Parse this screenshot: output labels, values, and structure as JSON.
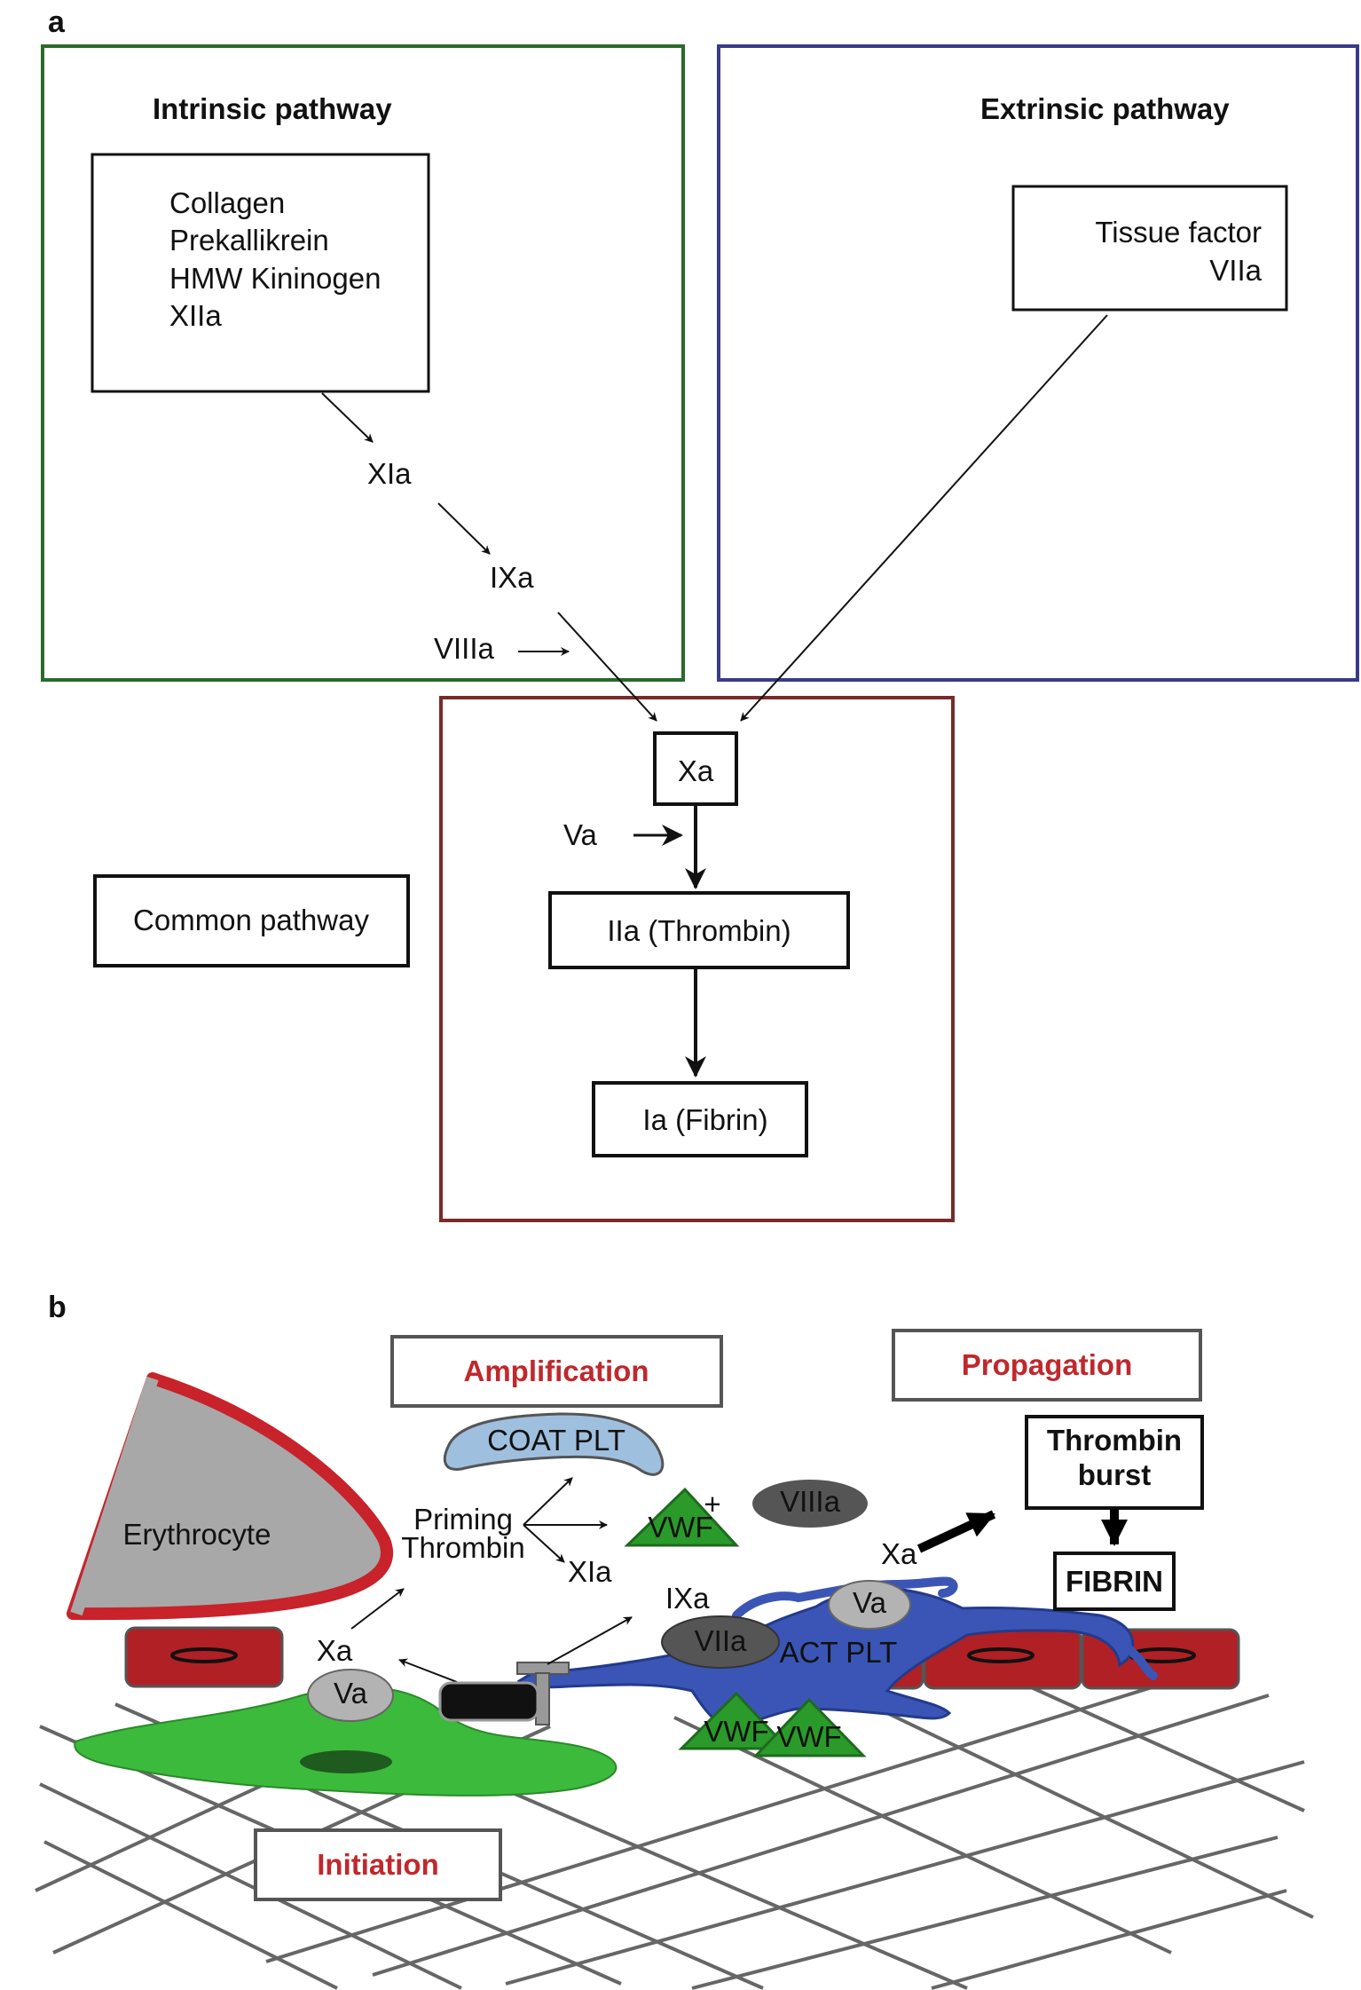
{
  "panel_a": {
    "letter": "a",
    "intrinsic": {
      "title": "Intrinsic pathway",
      "box_lines": [
        "Collagen",
        "Prekallikrein",
        "HMW Kininogen",
        "XIIa"
      ],
      "xia": "XIa",
      "ixa": "IXa",
      "viiia": "VIIIa",
      "border_color": "#2a6a2a"
    },
    "extrinsic": {
      "title": "Extrinsic pathway",
      "box_lines": [
        "Tissue factor",
        "VIIa"
      ],
      "border_color": "#3a3a8a"
    },
    "common": {
      "label": "Common pathway",
      "xa": "Xa",
      "va": "Va",
      "thrombin": "IIa (Thrombin)",
      "fibrin": "Ia (Fibrin)",
      "border_color": "#7a2a2a"
    }
  },
  "panel_b": {
    "letter": "b",
    "phases": {
      "amplification": "Amplification",
      "propagation": "Propagation",
      "initiation": "Initiation"
    },
    "erythrocyte": "Erythrocyte",
    "coat_plt": "COAT PLT",
    "priming_line1": "Priming",
    "priming_line2": "Thrombin",
    "vwf": "VWF",
    "plus": "+",
    "viiia": "VIIIa",
    "xia": "XIa",
    "ixa": "IXa",
    "viia": "VIIa",
    "va": "Va",
    "xa": "Xa",
    "act_plt": "ACT PLT",
    "thrombin_burst_line1": "Thrombin",
    "thrombin_burst_line2": "burst",
    "fibrin": "FIBRIN",
    "colors": {
      "phase_text": "#c0282c",
      "erythrocyte_border": "#c8222a",
      "erythrocyte_fill": "#a8a8a8",
      "rbc_fill": "#b02025",
      "coat_plt": "#9fbfdf",
      "act_plt": "#3a55b5",
      "endothelial": "#3cba3c",
      "vwf": "#2a9a2a",
      "factor_dark": "#555555",
      "factor_light": "#b3b3b3",
      "grid": "#666666"
    }
  }
}
